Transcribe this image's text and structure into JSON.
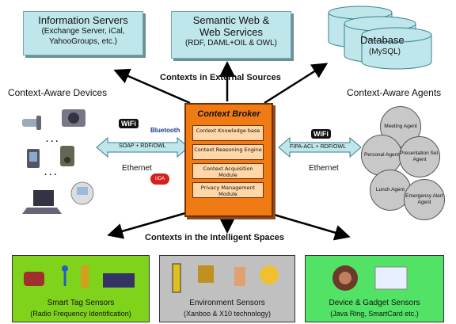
{
  "top_boxes": {
    "info": {
      "title": "Information Servers",
      "sub": "(Exchange Server, iCal, YahooGroups, etc.)"
    },
    "semantic": {
      "title": "Semantic Web &",
      "title2": "Web Services",
      "sub": "(RDF, DAML+OIL & OWL)"
    },
    "database": {
      "title": "Database",
      "sub": "(MySQL)"
    }
  },
  "labels": {
    "external": "Contexts in External Sources",
    "intelligent": "Contexts in the Intelligent Spaces",
    "devices": "Context-Aware Devices",
    "agents": "Context-Aware Agents"
  },
  "broker": {
    "title": "Context Broker",
    "modules": [
      "Context Knowledge base",
      "Context Reasoning Engine",
      "Context Acquisition Module",
      "Privacy Management Module"
    ]
  },
  "left_link": {
    "wifi": "WiFi",
    "bluetooth": "Bluetooth",
    "protocol": "SOAP + RDF/OWL",
    "ethernet": "Ethernet",
    "irda": "IrDA"
  },
  "right_link": {
    "wifi": "WiFi",
    "protocol": "FIPA-ACL + RDF/OWL",
    "ethernet": "Ethernet"
  },
  "agents": [
    "Meeting Agent",
    "Personal Agent",
    "Presentation Sel. Agent",
    "Lunch Agent",
    "Emergency Alert Agent"
  ],
  "sensors": [
    {
      "title": "Smart Tag Sensors",
      "sub": "(Radio Frequency Identification)",
      "color": "#7fd31a"
    },
    {
      "title": "Environment Sensors",
      "sub": "(Xanboo & X10 technology)",
      "color": "#c0c0c0"
    },
    {
      "title": "Device & Gadget Sensors",
      "sub": "(Java Ring, SmartCard etc.)",
      "color": "#52e266"
    }
  ],
  "ellipsis": ". . ."
}
